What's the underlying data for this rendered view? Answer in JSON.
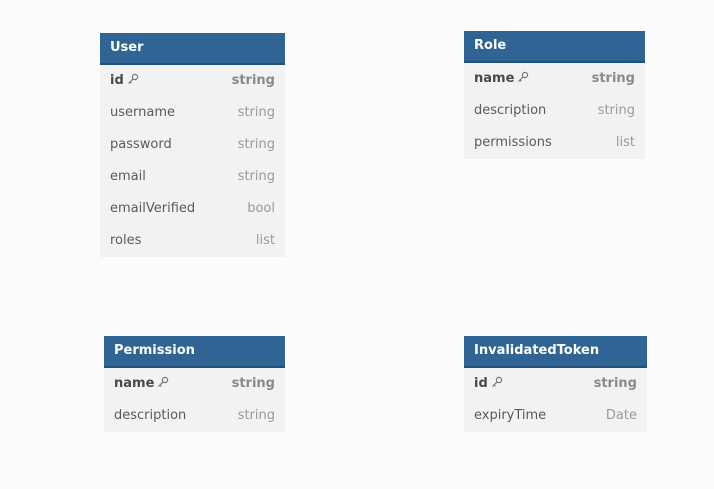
{
  "entities": {
    "user": {
      "title": "User",
      "fields": [
        {
          "name": "id",
          "type": "string",
          "primary_key": true
        },
        {
          "name": "username",
          "type": "string"
        },
        {
          "name": "password",
          "type": "string"
        },
        {
          "name": "email",
          "type": "string"
        },
        {
          "name": "emailVerified",
          "type": "bool"
        },
        {
          "name": "roles",
          "type": "list"
        }
      ]
    },
    "role": {
      "title": "Role",
      "fields": [
        {
          "name": "name",
          "type": "string",
          "primary_key": true
        },
        {
          "name": "description",
          "type": "string"
        },
        {
          "name": "permissions",
          "type": "list"
        }
      ]
    },
    "permission": {
      "title": "Permission",
      "fields": [
        {
          "name": "name",
          "type": "string",
          "primary_key": true
        },
        {
          "name": "description",
          "type": "string"
        }
      ]
    },
    "invalidated_token": {
      "title": "InvalidatedToken",
      "fields": [
        {
          "name": "id",
          "type": "string",
          "primary_key": true
        },
        {
          "name": "expiryTime",
          "type": "Date"
        }
      ]
    }
  },
  "colors": {
    "header": "#2f6494",
    "body": "#f2f2f2",
    "canvas": "#fbfbfb"
  },
  "icons": {
    "primary_key": "key-icon"
  }
}
